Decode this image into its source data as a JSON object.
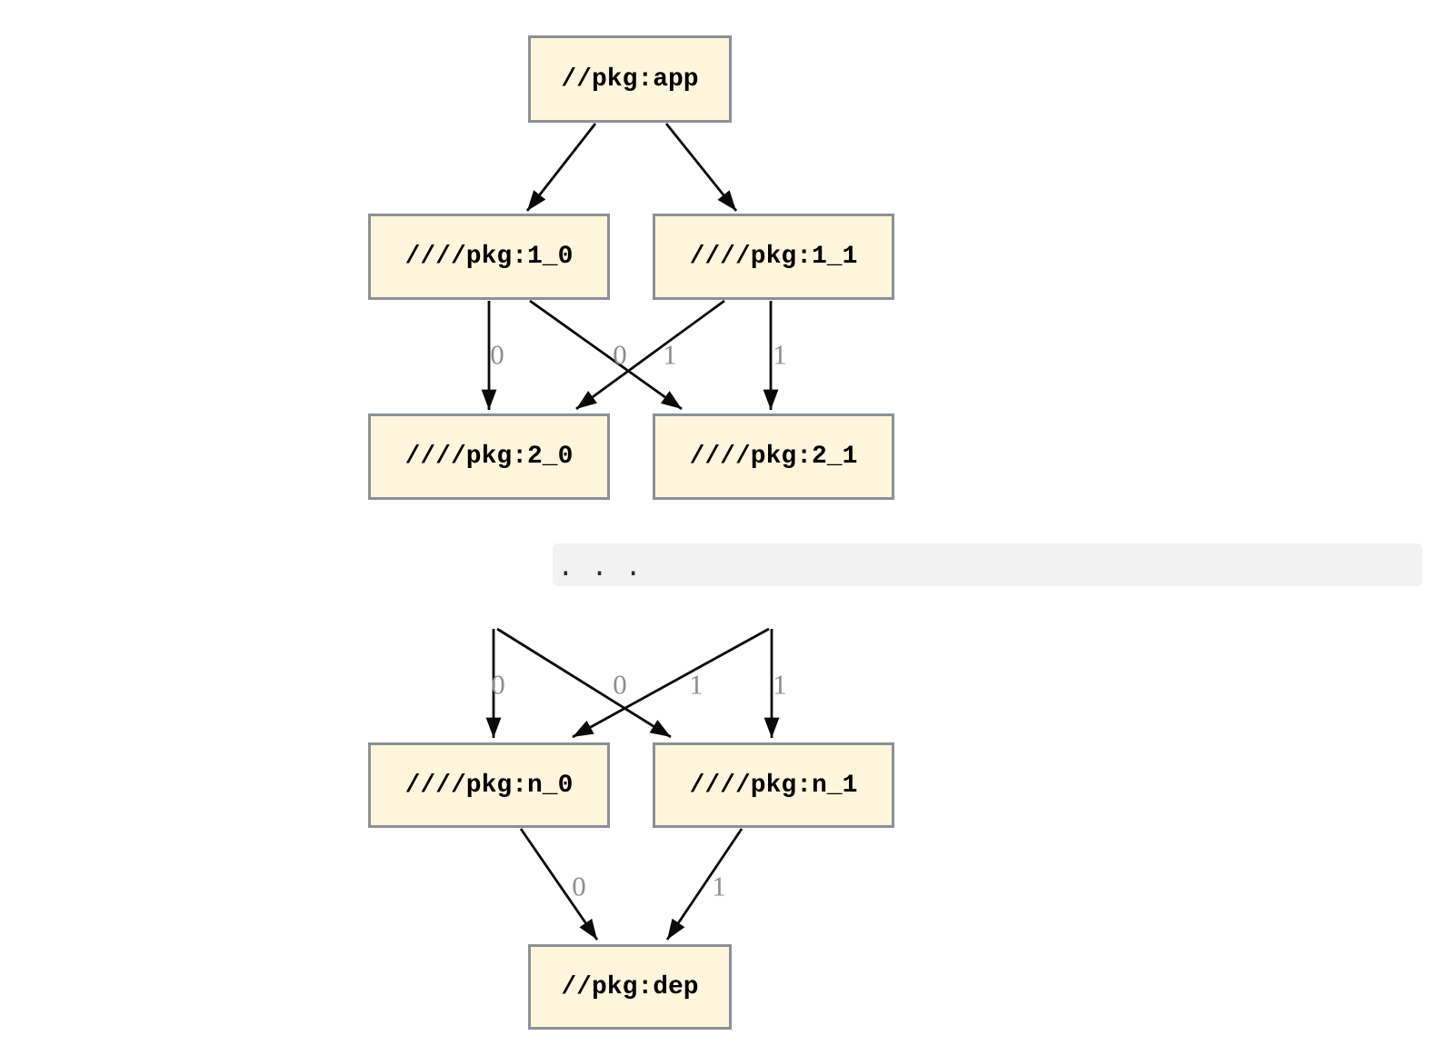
{
  "diagram": {
    "colors": {
      "node_fill": "#fdf6dc",
      "node_border": "#8b9196",
      "edge_color": "#0a0a0a",
      "edge_label_color": "#8e8e8e",
      "bar_bg": "#f2f2f2",
      "bar_text": "#2b2b2b",
      "canvas_bg": "#ffffff"
    },
    "nodes": [
      {
        "id": "app",
        "label": "//pkg:app"
      },
      {
        "id": "1_0",
        "label": "////pkg:1_0"
      },
      {
        "id": "1_1",
        "label": "////pkg:1_1"
      },
      {
        "id": "2_0",
        "label": "////pkg:2_0"
      },
      {
        "id": "2_1",
        "label": "////pkg:2_1"
      },
      {
        "id": "n_0",
        "label": "////pkg:n_0"
      },
      {
        "id": "n_1",
        "label": "////pkg:n_1"
      },
      {
        "id": "dep",
        "label": "//pkg:dep"
      }
    ],
    "edges": [
      {
        "from": "app",
        "to": "1_0",
        "label": ""
      },
      {
        "from": "app",
        "to": "1_1",
        "label": ""
      },
      {
        "from": "1_0",
        "to": "2_0",
        "label": "0"
      },
      {
        "from": "1_0",
        "to": "2_1",
        "label": "1"
      },
      {
        "from": "1_1",
        "to": "2_0",
        "label": "0"
      },
      {
        "from": "1_1",
        "to": "2_1",
        "label": "1"
      },
      {
        "from": "ellipsis",
        "to": "n_0",
        "label": "0"
      },
      {
        "from": "ellipsis",
        "to": "n_1",
        "label": "1"
      },
      {
        "from": "ellipsis",
        "to": "n_0",
        "label": "0"
      },
      {
        "from": "ellipsis",
        "to": "n_1",
        "label": "1"
      },
      {
        "from": "n_0",
        "to": "dep",
        "label": "0"
      },
      {
        "from": "n_1",
        "to": "dep",
        "label": "1"
      }
    ],
    "ellipsis_text": ". . ."
  }
}
